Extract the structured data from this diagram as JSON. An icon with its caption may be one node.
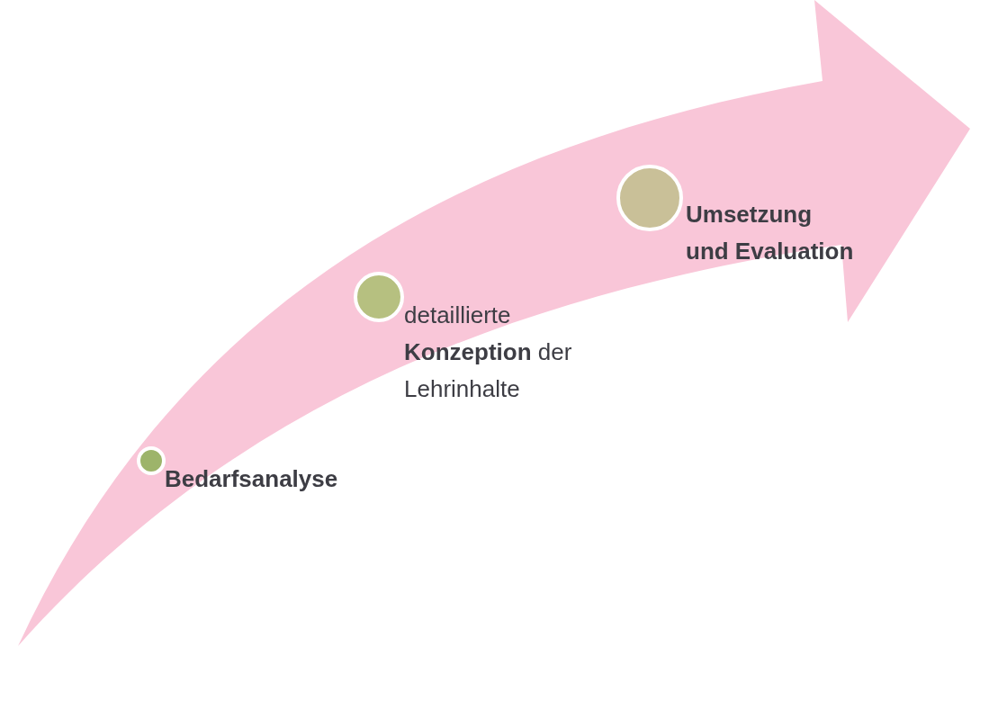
{
  "diagram": {
    "nodes": [
      {
        "text": [],
        "shape": "circle",
        "beside": [
          "Bedarfsanalyse"
        ]
      },
      {
        "text": [],
        "shape": "circle",
        "beside": [
          "detaillierte **Konzeption** der Lehrinhalte"
        ]
      },
      {
        "text": [],
        "shape": "circle",
        "beside": [
          "Umsetzung und Evaluation"
        ]
      }
    ]
  }
}
